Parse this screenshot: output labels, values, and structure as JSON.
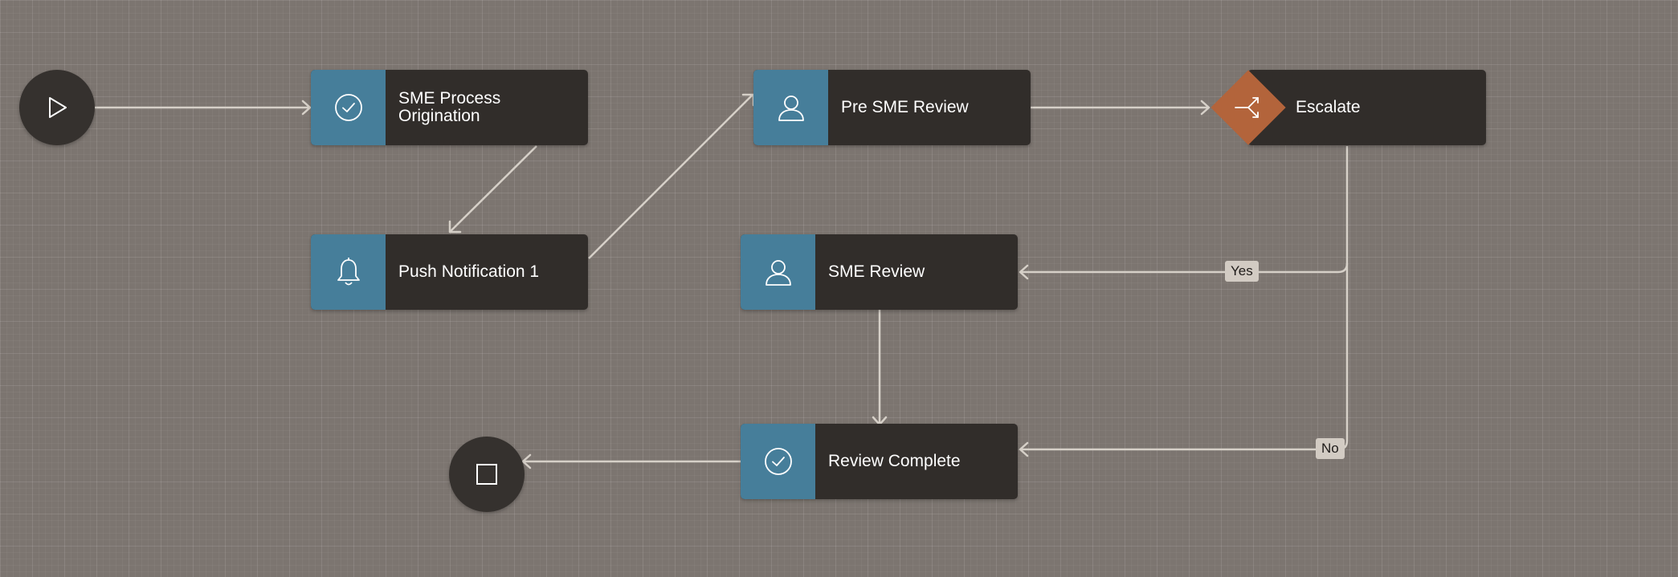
{
  "nodes": {
    "start": {
      "icon": "play-icon"
    },
    "end": {
      "icon": "stop-icon"
    },
    "sme_process_origination": {
      "label": "SME Process\nOrigination",
      "icon": "check-circle-icon"
    },
    "push_notification_1": {
      "label": "Push Notification 1",
      "icon": "bell-icon"
    },
    "pre_sme_review": {
      "label": "Pre SME Review",
      "icon": "user-icon"
    },
    "escalate": {
      "label": "Escalate",
      "icon": "split-gateway-icon"
    },
    "sme_review": {
      "label": "SME Review",
      "icon": "user-icon"
    },
    "review_complete": {
      "label": "Review Complete",
      "icon": "check-circle-icon"
    }
  },
  "edge_labels": {
    "yes": "Yes",
    "no": "No"
  },
  "colors": {
    "canvas": "#7c7570",
    "node": "#312d2a",
    "task_icon_bg": "#467e9a",
    "gateway": "#b3643b",
    "edge": "#d6d0c8"
  }
}
